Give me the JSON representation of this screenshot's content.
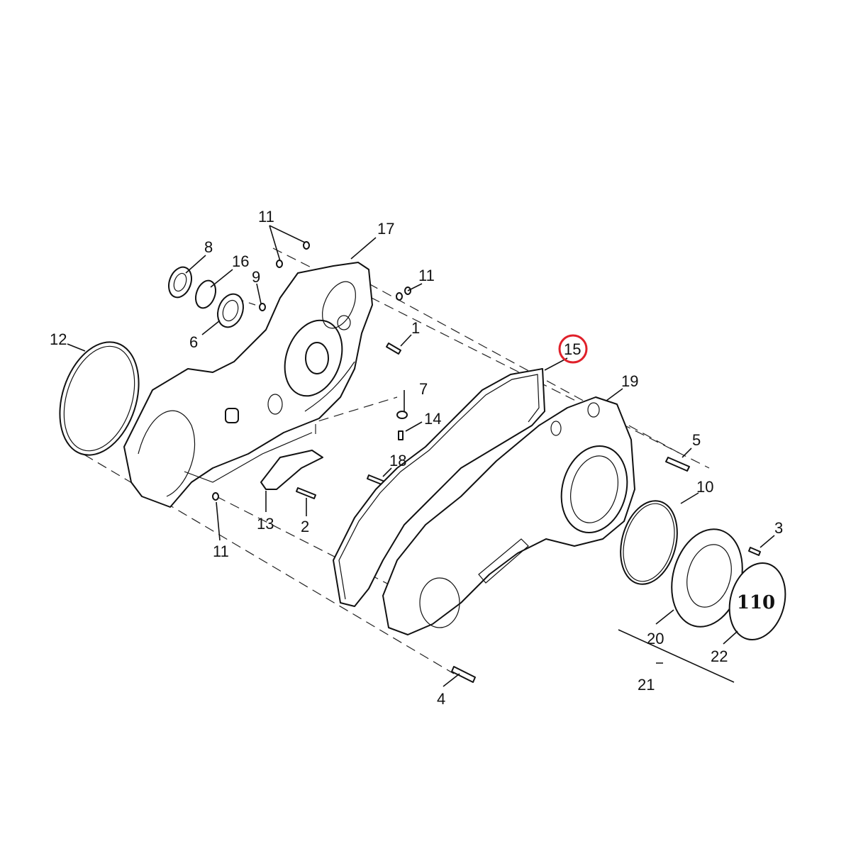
{
  "diagram": {
    "type": "exploded-parts-diagram",
    "highlight_color": "#e0202a",
    "highlighted_part": "15",
    "badge_text": "110",
    "callouts": {
      "c11a": "11",
      "c17": "17",
      "c8": "8",
      "c16": "16",
      "c9": "9",
      "c11b": "11",
      "c12": "12",
      "c6": "6",
      "c1": "1",
      "c15": "15",
      "c19": "19",
      "c7": "7",
      "c14": "14",
      "c5": "5",
      "c18": "18",
      "c10": "10",
      "c13": "13",
      "c2": "2",
      "c3": "3",
      "c11c": "11",
      "c20": "20",
      "c22": "22",
      "c21": "21",
      "c4": "4"
    }
  }
}
